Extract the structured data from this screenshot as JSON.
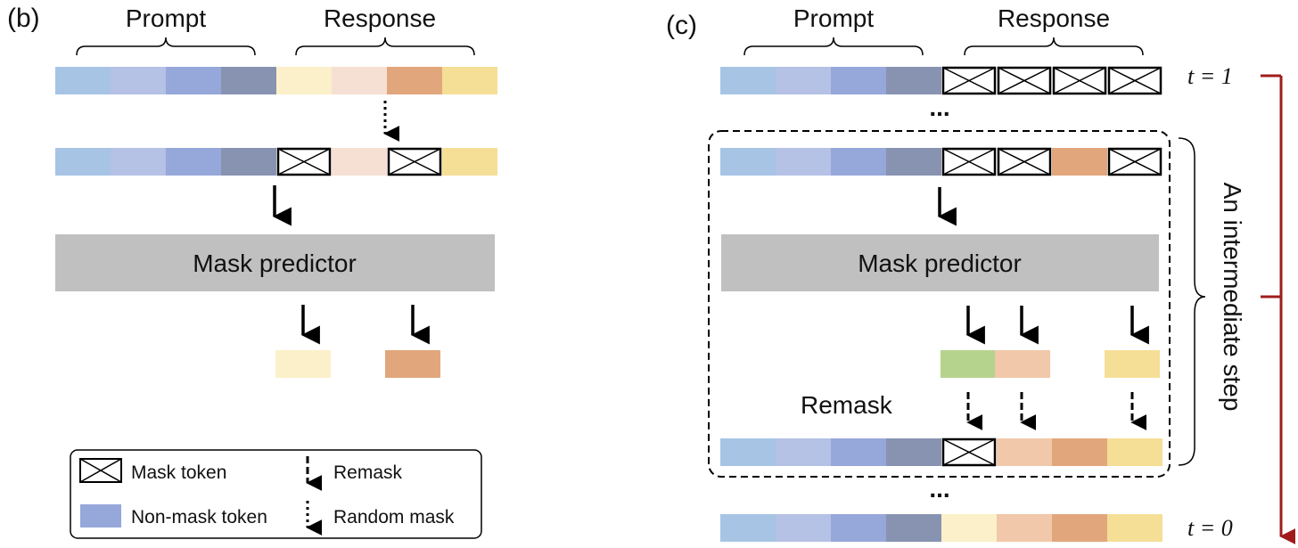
{
  "colors": {
    "prompt": [
      "#a7c4e5",
      "#b5c1e5",
      "#96a7da",
      "#8793b1"
    ],
    "resp_b_top": [
      "#fbf0c9",
      "#f6e0d3",
      "#e2a67c",
      "#f5df96"
    ],
    "resp_b_pred": [
      "#fbf0c9",
      "#e2a67c"
    ],
    "resp_c_top_masked": [
      "mask",
      "mask",
      "mask",
      "mask"
    ],
    "resp_c_mid": [
      "mask",
      "mask",
      "#e2a67c",
      "mask"
    ],
    "resp_c_pred": [
      "#b6d38e",
      "#f1c8aa",
      "#f5df96"
    ],
    "resp_c_remasked": [
      "mask",
      "#f1c8aa",
      "#e2a67c",
      "#f5df96"
    ],
    "resp_c_final": [
      "#fbf0c9",
      "#f1c8aa",
      "#e2a67c",
      "#f5df96"
    ],
    "predictor": "#c0c0c0",
    "timeline": "#a01c1c"
  },
  "panel_b": {
    "label": "(b)",
    "prompt_label": "Prompt",
    "response_label": "Response",
    "predictor_label": "Mask predictor"
  },
  "panel_c": {
    "label": "(c)",
    "prompt_label": "Prompt",
    "response_label": "Response",
    "predictor_label": "Mask predictor",
    "remask_label": "Remask",
    "ellipsis_top": "...",
    "ellipsis_bottom": "...",
    "step_label": "An intermediate step",
    "t_top": "t = 1",
    "t_bottom": "t = 0"
  },
  "legend": {
    "mask_token": "Mask token",
    "non_mask_token": "Non-mask token",
    "remask": "Remask",
    "random_mask": "Random mask"
  }
}
